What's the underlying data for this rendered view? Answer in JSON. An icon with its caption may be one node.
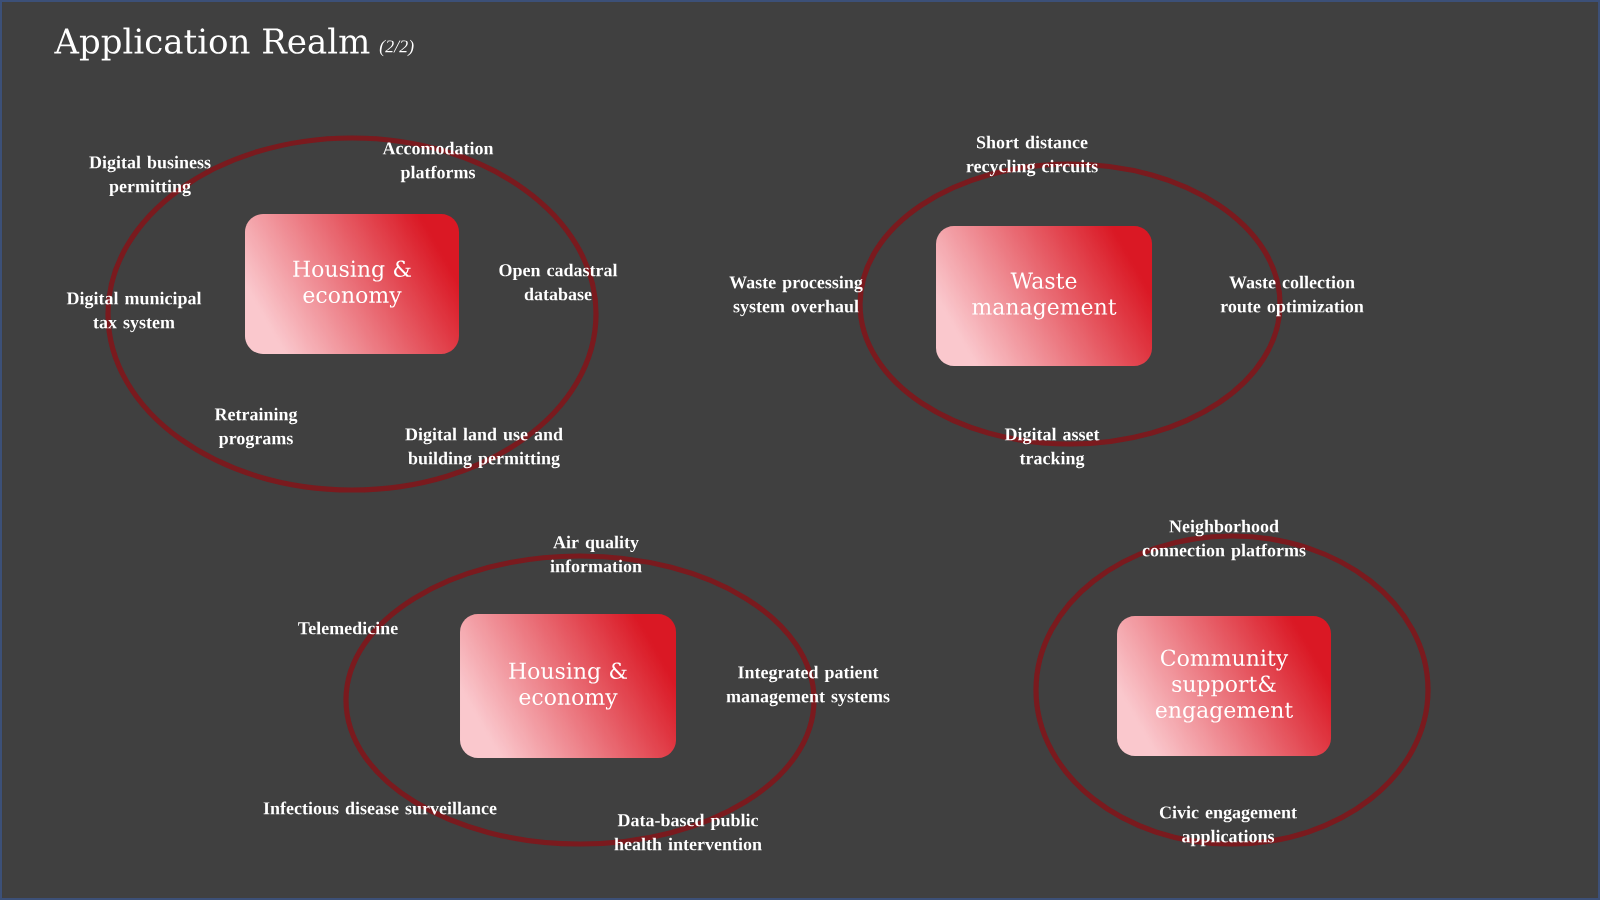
{
  "diagram": {
    "title": "Application Realm",
    "nodes": [
      {
        "text": [
          "Housing & economy"
        ]
      },
      {
        "text": [
          "Waste management"
        ]
      },
      {
        "text": [
          "Housing & economy"
        ]
      },
      {
        "text": [
          "Community support& engagement"
        ]
      }
    ],
    "labels": [
      "(2/2)",
      "Digital business permitting",
      "Accomodation platforms",
      "Digital municipal tax system",
      "Open cadastral database",
      "Retraining programs",
      "Digital land use and building permitting",
      "Short distance recycling circuits",
      "Waste processing system overhaul",
      "Waste collection route optimization",
      "Digital asset tracking",
      "Air quality information",
      "Telemedicine",
      "Integrated patient management systems",
      "Infectious disease surveillance",
      "Data-based public health intervention",
      "Neighborhood connection platforms",
      "Civic engagement applications"
    ]
  }
}
